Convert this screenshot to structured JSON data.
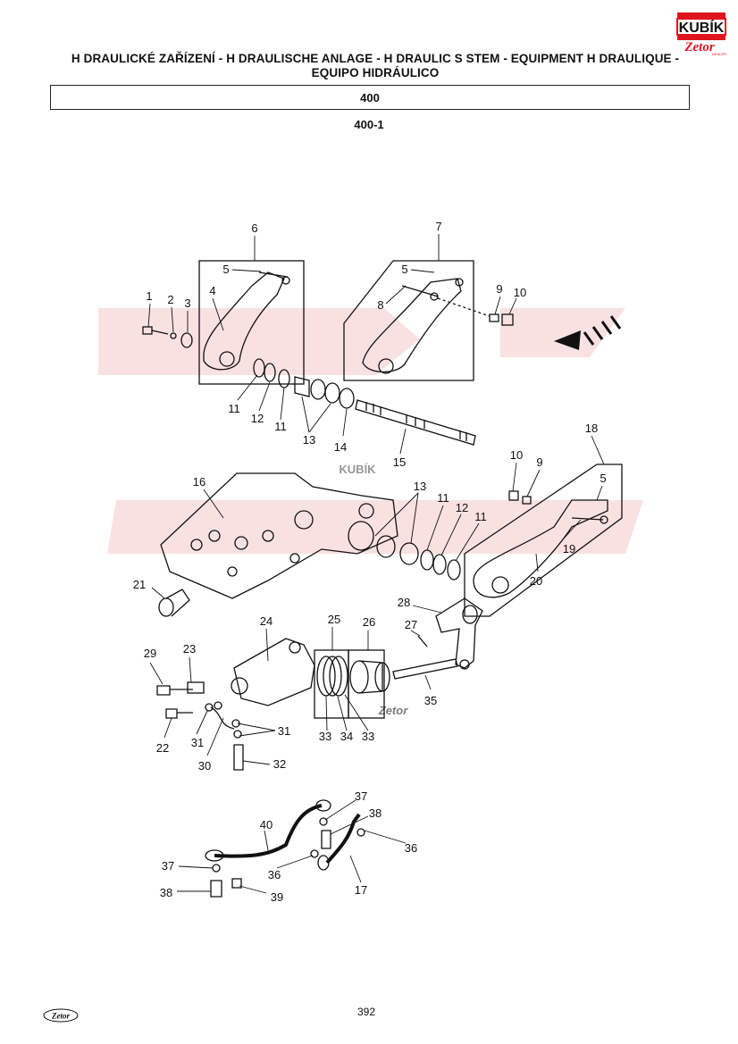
{
  "header": {
    "title_line1": "H  DRAULICKÉ ZAŘÍZENÍ - H  DRAULISCHE ANLAGE - H  DRAULIC S  STEM - EQUIPMENT H  DRAULIQUE -",
    "title_line2": "EQUIPO HIDRÁULICO",
    "section": "400",
    "subsection": "400-1"
  },
  "logo": {
    "top_text": "KUBÍK",
    "brand_text": "Zetor",
    "small_text": "DEALER",
    "accent": "#e0141e"
  },
  "watermark": {
    "text": "KUBÍK",
    "color": "#f6c9c9"
  },
  "callouts": [
    {
      "id": "c1",
      "label": "1"
    },
    {
      "id": "c2",
      "label": "2"
    },
    {
      "id": "c3",
      "label": "3"
    },
    {
      "id": "c4",
      "label": "4"
    },
    {
      "id": "c5a",
      "label": "5"
    },
    {
      "id": "c6",
      "label": "6"
    },
    {
      "id": "c5b",
      "label": "5"
    },
    {
      "id": "c7",
      "label": "7"
    },
    {
      "id": "c8",
      "label": "8"
    },
    {
      "id": "c9a",
      "label": "9"
    },
    {
      "id": "c10a",
      "label": "10"
    },
    {
      "id": "c11a",
      "label": "11"
    },
    {
      "id": "c12a",
      "label": "12"
    },
    {
      "id": "c11b",
      "label": "11"
    },
    {
      "id": "c13a",
      "label": "13"
    },
    {
      "id": "c14",
      "label": "14"
    },
    {
      "id": "c15",
      "label": "15"
    },
    {
      "id": "c16",
      "label": "16"
    },
    {
      "id": "c13b",
      "label": "13"
    },
    {
      "id": "c11c",
      "label": "11"
    },
    {
      "id": "c12b",
      "label": "12"
    },
    {
      "id": "c11d",
      "label": "11"
    },
    {
      "id": "c10b",
      "label": "10"
    },
    {
      "id": "c9b",
      "label": "9"
    },
    {
      "id": "c18",
      "label": "18"
    },
    {
      "id": "c5c",
      "label": "5"
    },
    {
      "id": "c19",
      "label": "19"
    },
    {
      "id": "c20",
      "label": "20"
    },
    {
      "id": "c21",
      "label": "21"
    },
    {
      "id": "c28",
      "label": "28"
    },
    {
      "id": "c27",
      "label": "27"
    },
    {
      "id": "c24",
      "label": "24"
    },
    {
      "id": "c25",
      "label": "25"
    },
    {
      "id": "c26",
      "label": "26"
    },
    {
      "id": "c29",
      "label": "29"
    },
    {
      "id": "c23",
      "label": "23"
    },
    {
      "id": "c35",
      "label": "35"
    },
    {
      "id": "c22",
      "label": "22"
    },
    {
      "id": "c31a",
      "label": "31"
    },
    {
      "id": "c31b",
      "label": "31"
    },
    {
      "id": "c33a",
      "label": "33"
    },
    {
      "id": "c34",
      "label": "34"
    },
    {
      "id": "c33b",
      "label": "33"
    },
    {
      "id": "c30",
      "label": "30"
    },
    {
      "id": "c32",
      "label": "32"
    },
    {
      "id": "c37a",
      "label": "37"
    },
    {
      "id": "c38a",
      "label": "38"
    },
    {
      "id": "c40",
      "label": "40"
    },
    {
      "id": "c36a",
      "label": "36"
    },
    {
      "id": "c36b",
      "label": "36"
    },
    {
      "id": "c37b",
      "label": "37"
    },
    {
      "id": "c17",
      "label": "17"
    },
    {
      "id": "c38b",
      "label": "38"
    },
    {
      "id": "c39",
      "label": "39"
    }
  ],
  "footer": {
    "page_number": "392",
    "logo_text": "Zetor"
  }
}
